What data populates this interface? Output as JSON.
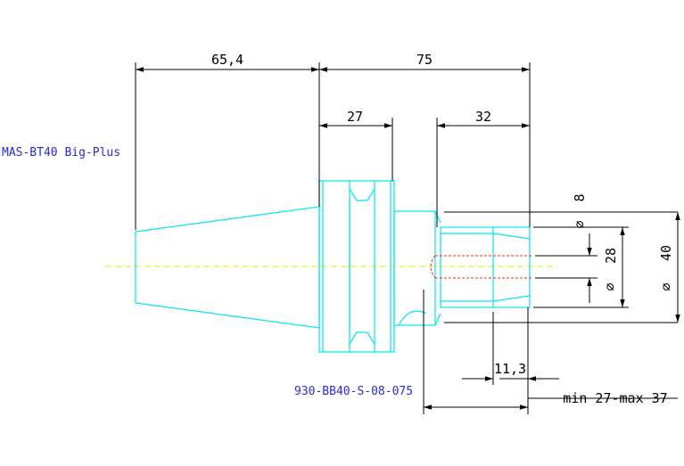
{
  "labels": {
    "holder_type": "MAS-BT40 Big-Plus",
    "part_number": "930-BB40-S-08-075"
  },
  "dimensions": {
    "gauge_length": "65,4",
    "overall_length": "75",
    "flange_length": "27",
    "nose_length": "32",
    "inner_length": "11,3",
    "clamping_range": "min 27-max 37",
    "bore_diameter": "8",
    "nose_diameter": "28",
    "body_diameter": "40",
    "diameter_symbol": "⌀"
  },
  "colors": {
    "tool_outline": "#00e5ee",
    "dimension_line": "#000000",
    "centerline": "#e8e800",
    "bore": "#ff2020",
    "label_text": "#2a2ae0"
  }
}
